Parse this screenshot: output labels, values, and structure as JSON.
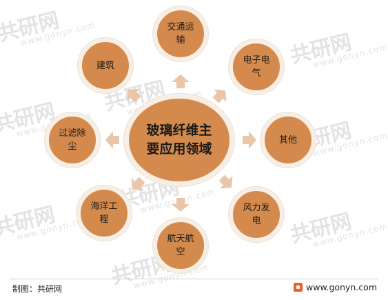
{
  "center_label": "玻璃纤维主要应用领域",
  "nodes": [
    {
      "label": "交通运输"
    },
    {
      "label": "电子电气"
    },
    {
      "label": "其他"
    },
    {
      "label": "风力发电"
    },
    {
      "label": "航天航空"
    },
    {
      "label": "海洋工程"
    },
    {
      "label": "过滤除尘"
    },
    {
      "label": "建筑"
    }
  ],
  "footer": {
    "source": "制图：共研网",
    "site": "www.gonyn.com"
  },
  "watermark": {
    "text": "共研网",
    "subtext": "www.gonyn.com"
  },
  "colors": {
    "node_fill": "#d48a4d",
    "node_ring": "#f7efe6",
    "arrow": "#e9c6aa",
    "watermark": "#e3e3e3"
  }
}
